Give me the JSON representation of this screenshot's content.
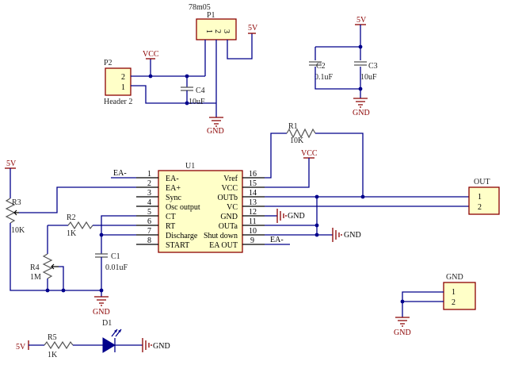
{
  "regulator": {
    "value": "78m05",
    "ref": "P1",
    "pins": [
      "1",
      "2",
      "3"
    ]
  },
  "power": {
    "vcc": "VCC",
    "v5": "5V",
    "gnd": "GND"
  },
  "header": {
    "ref": "P2",
    "pins": [
      "2",
      "1"
    ],
    "name": "Header 2"
  },
  "c4": {
    "ref": "C4",
    "value": "10uF"
  },
  "c2": {
    "ref": "C2",
    "value": "0.1uF"
  },
  "c3": {
    "ref": "C3",
    "value": "10uF"
  },
  "r1": {
    "ref": "R1",
    "value": "10K"
  },
  "r2": {
    "ref": "R2",
    "value": "1K"
  },
  "r3": {
    "ref": "R3",
    "value": "10K"
  },
  "r4": {
    "ref": "R4",
    "value": "1M"
  },
  "r5": {
    "ref": "R5",
    "value": "1K"
  },
  "c1": {
    "ref": "C1",
    "value": "0.01uF"
  },
  "d1": {
    "ref": "D1"
  },
  "ic": {
    "ref": "U1",
    "left_pins": [
      {
        "num": "1",
        "name": "EA-"
      },
      {
        "num": "2",
        "name": "EA+"
      },
      {
        "num": "3",
        "name": "Sync"
      },
      {
        "num": "4",
        "name": "Osc output"
      },
      {
        "num": "5",
        "name": "CT"
      },
      {
        "num": "6",
        "name": "RT"
      },
      {
        "num": "7",
        "name": "Discharge"
      },
      {
        "num": "8",
        "name": "START"
      }
    ],
    "right_pins": [
      {
        "num": "16",
        "name": "Vref"
      },
      {
        "num": "15",
        "name": "VCC"
      },
      {
        "num": "14",
        "name": "OUTb"
      },
      {
        "num": "13",
        "name": "VC"
      },
      {
        "num": "12",
        "name": "GND"
      },
      {
        "num": "11",
        "name": "OUTa"
      },
      {
        "num": "10",
        "name": "Shut down"
      },
      {
        "num": "9",
        "name": "EA OUT"
      }
    ]
  },
  "net_labels": {
    "ea_minus": "EA-"
  },
  "out_connector": {
    "title": "OUT",
    "pins": [
      "1",
      "2"
    ]
  },
  "gnd_connector": {
    "title": "GND",
    "pins": [
      "1",
      "2"
    ]
  }
}
